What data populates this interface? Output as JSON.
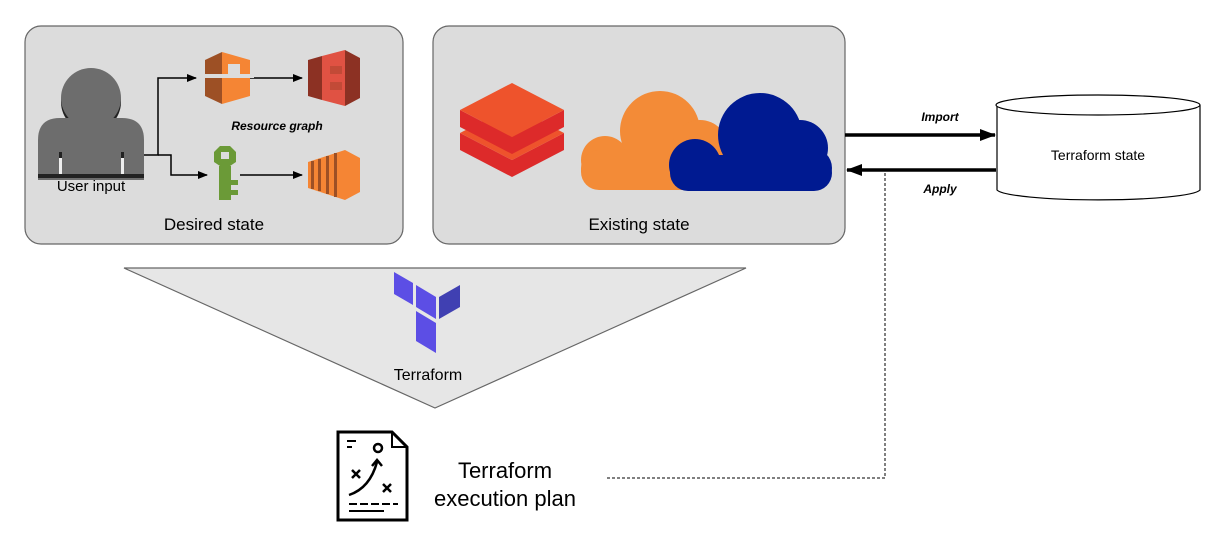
{
  "desired_state": {
    "title": "Desired state",
    "user_label": "User input",
    "graph_label": "Resource graph"
  },
  "existing_state": {
    "title": "Existing state"
  },
  "terraform": {
    "label": "Terraform"
  },
  "state_store": {
    "label": "Terraform state"
  },
  "arrows": {
    "import_label": "Import",
    "apply_label": "Apply"
  },
  "execution_plan": {
    "line1": "Terraform",
    "line2": "execution plan"
  },
  "colors": {
    "panel_fill": "#dcdcdc",
    "panel_stroke": "#666666",
    "funnel_fill": "#e6e6e6",
    "aws_orange": "#f58534",
    "aws_orange_dark": "#9d5025",
    "aws_red": "#e05243",
    "aws_red_dark": "#8c3123",
    "aws_green": "#6b9a37",
    "databricks_red": "#ee3d2c",
    "cloud_orange": "#f38b37",
    "cloud_navy": "#001a91",
    "terraform_purple": "#5c4ee5",
    "terraform_purple_dark": "#4040b2",
    "user_gray": "#6d6d6d"
  }
}
